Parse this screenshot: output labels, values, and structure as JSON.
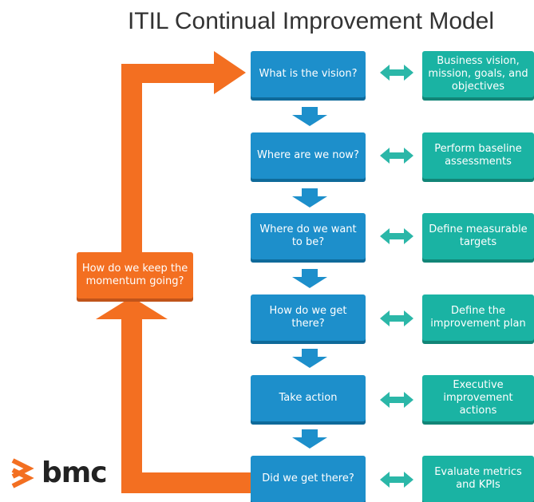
{
  "title": "ITIL Continual Improvement Model",
  "steps": [
    {
      "question": "What is the vision?",
      "action": "Business vision, mission, goals, and objectives"
    },
    {
      "question": "Where are we now?",
      "action": "Perform baseline assessments"
    },
    {
      "question": "Where do we want to be?",
      "action": "Define measurable targets"
    },
    {
      "question": "How do we get there?",
      "action": "Define the improvement plan"
    },
    {
      "question": "Take action",
      "action": "Executive improvement actions"
    },
    {
      "question": "Did we get there?",
      "action": "Evaluate metrics and KPIs"
    }
  ],
  "loop_label": "How do we keep the momentum going?",
  "logo": "bmc",
  "colors": {
    "question_box": "#1d8fcb",
    "action_box": "#1ab3a3",
    "loop": "#f36f21",
    "bidirectional_arrow": "#2bb7a8"
  }
}
